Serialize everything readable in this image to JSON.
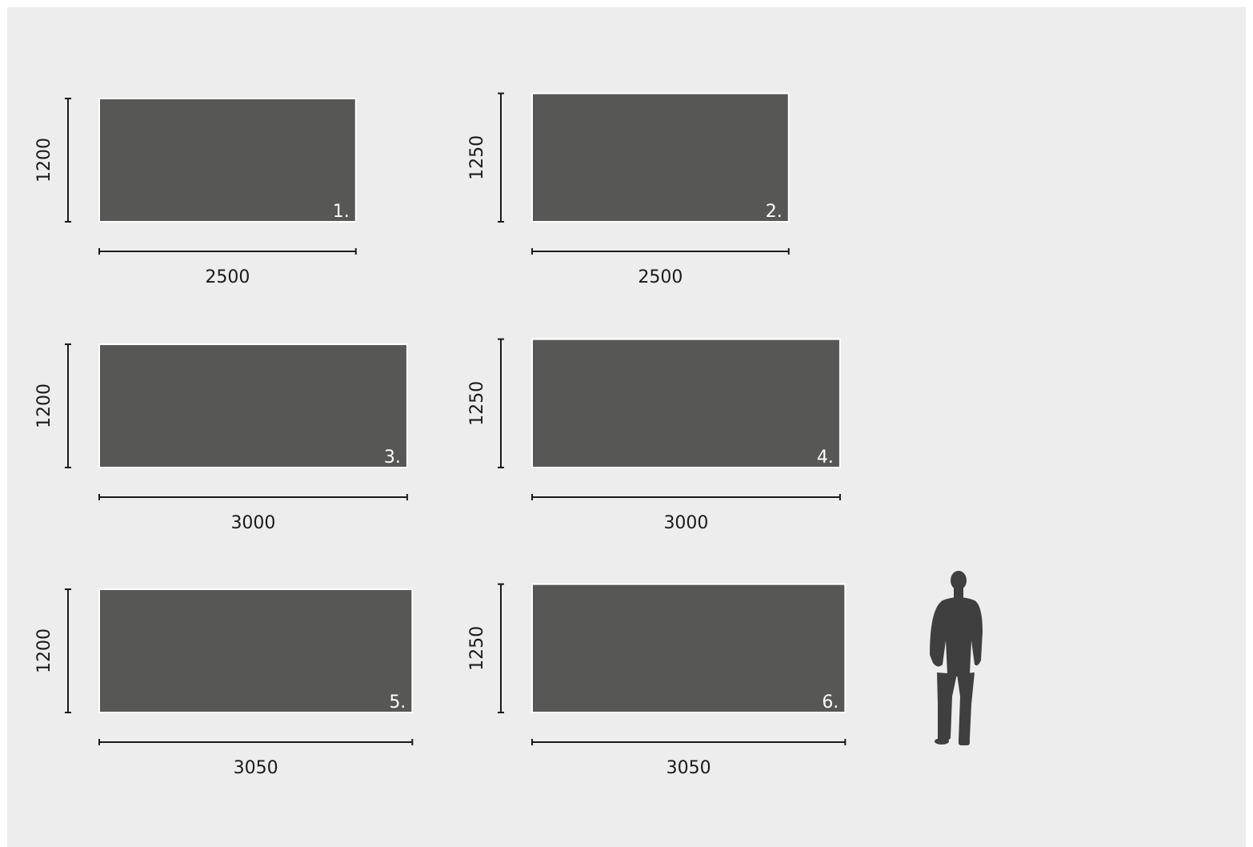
{
  "panels": [
    {
      "number": "1.",
      "width": 2500,
      "height": 1200,
      "width_label": "2500",
      "height_label": "1200"
    },
    {
      "number": "2.",
      "width": 2500,
      "height": 1250,
      "width_label": "2500",
      "height_label": "1250"
    },
    {
      "number": "3.",
      "width": 3000,
      "height": 1200,
      "width_label": "3000",
      "height_label": "1200"
    },
    {
      "number": "4.",
      "width": 3000,
      "height": 1250,
      "width_label": "3000",
      "height_label": "1250"
    },
    {
      "number": "5.",
      "width": 3050,
      "height": 1200,
      "width_label": "3050",
      "height_label": "1200"
    },
    {
      "number": "6.",
      "width": 3050,
      "height": 1250,
      "width_label": "3050",
      "height_label": "1250"
    }
  ],
  "colors": {
    "background": "#ededed",
    "panel_fill": "#575755",
    "panel_stroke": "#ffffff",
    "dimension_line": "#1a1a1a",
    "silhouette": "#3f3f3f"
  },
  "icons": {
    "scale_figure": "human-silhouette-icon"
  }
}
